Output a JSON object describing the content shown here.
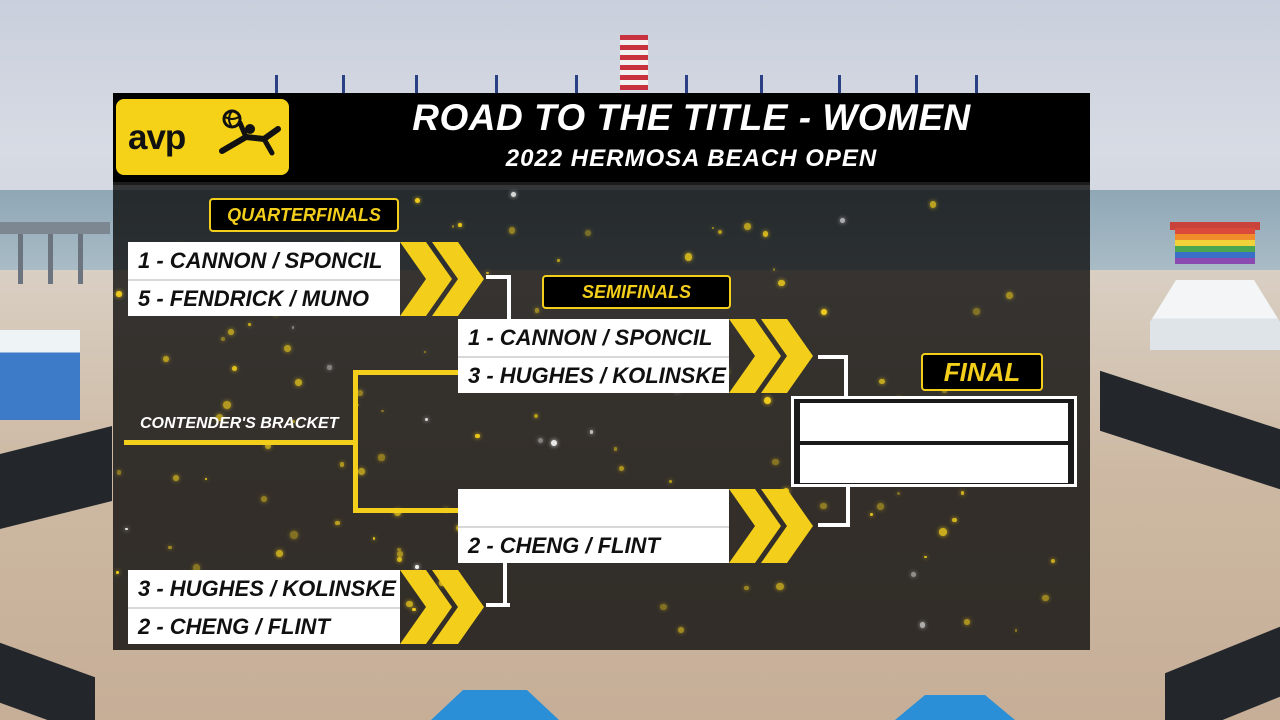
{
  "header": {
    "logo_text": "avp",
    "title": "ROAD TO THE TITLE - WOMEN",
    "subtitle": "2022 HERMOSA BEACH OPEN"
  },
  "rounds": {
    "quarterfinals": "QUARTERFINALS",
    "semifinals": "SEMIFINALS",
    "final": "FINAL"
  },
  "contenders_bracket_label": "CONTENDER'S BRACKET",
  "quarterfinal_matches": [
    {
      "team_a": "1 - CANNON / SPONCIL",
      "team_b": "5 - FENDRICK / MUNO"
    },
    {
      "team_a": "3 - HUGHES / KOLINSKE",
      "team_b": "2 - CHENG / FLINT"
    }
  ],
  "semifinal_matches": [
    {
      "team_a": "1 - CANNON / SPONCIL",
      "team_b": "3 - HUGHES / KOLINSKE"
    },
    {
      "team_a": "",
      "team_b": "2 - CHENG / FLINT"
    }
  ],
  "final_match": {
    "team_a": "",
    "team_b": ""
  },
  "colors": {
    "accent": "#f3cf1b",
    "panel": "#080808",
    "team_bg": "#ffffff"
  }
}
